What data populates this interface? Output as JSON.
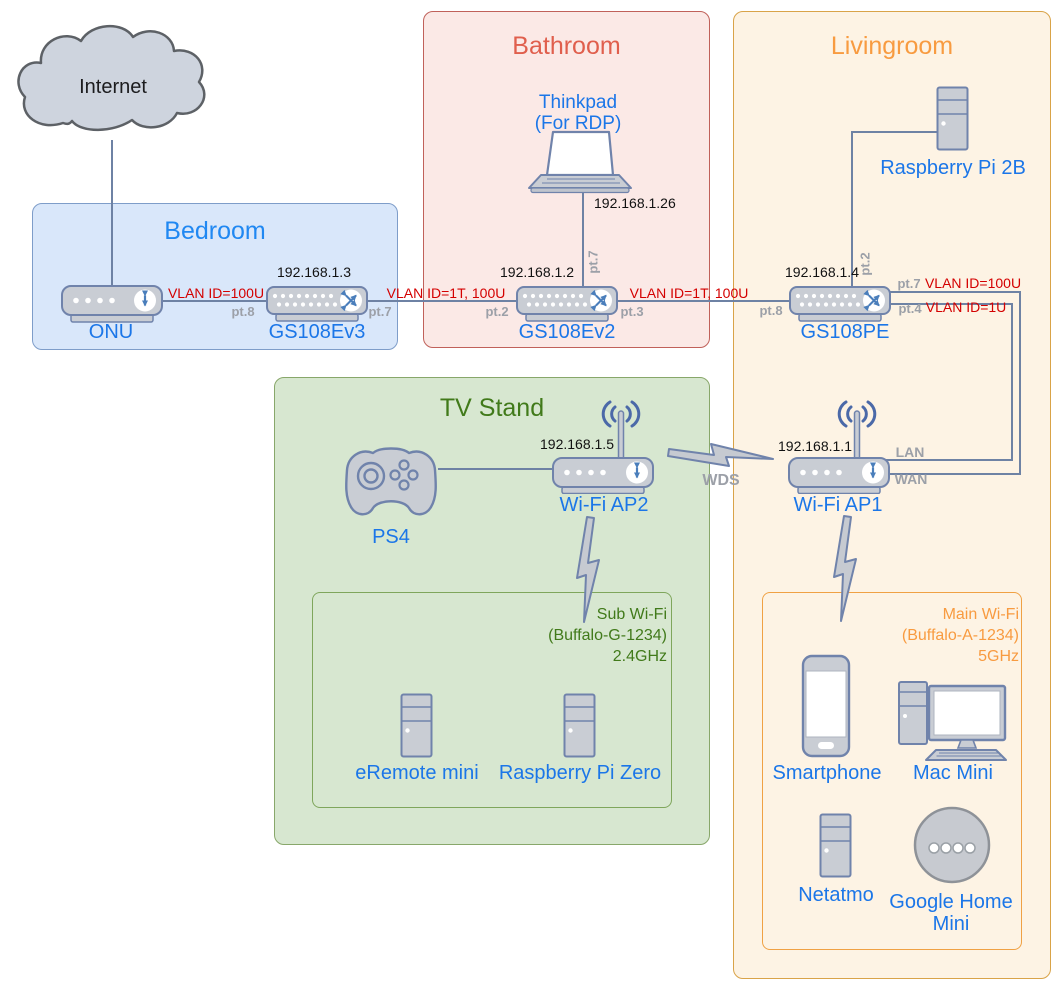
{
  "internet": {
    "label": "Internet"
  },
  "rooms": {
    "bedroom": "Bedroom",
    "bathroom": "Bathroom",
    "livingroom": "Livingroom",
    "tvstand": "TV Stand"
  },
  "wifi_zones": {
    "sub": {
      "name": "Sub Wi-Fi",
      "ssid": "(Buffalo-G-1234)",
      "band": "2.4GHz"
    },
    "main": {
      "name": "Main Wi-Fi",
      "ssid": "(Buffalo-A-1234)",
      "band": "5GHz"
    }
  },
  "devices": {
    "onu": "ONU",
    "gs108ev3": "GS108Ev3",
    "gs108ev2": "GS108Ev2",
    "gs108pe": "GS108PE",
    "thinkpad": "Thinkpad",
    "thinkpad_note": "(For RDP)",
    "rpi2b": "Raspberry Pi 2B",
    "wifiap2": "Wi-Fi AP2",
    "wifiap1": "Wi-Fi AP1",
    "ps4": "PS4",
    "eremote": "eRemote mini",
    "rpizero": "Raspberry Pi Zero",
    "smartphone": "Smartphone",
    "macmini": "Mac Mini",
    "netatmo": "Netatmo",
    "googlehome_line1": "Google Home",
    "googlehome_line2": "Mini"
  },
  "ips": {
    "gs108ev3": "192.168.1.3",
    "gs108ev2": "192.168.1.2",
    "gs108pe": "192.168.1.4",
    "thinkpad": "192.168.1.26",
    "wifiap2": "192.168.1.5",
    "wifiap1": "192.168.1.1"
  },
  "ports": {
    "ev3_pt8": "pt.8",
    "ev3_pt7": "pt.7",
    "ev2_pt2": "pt.2",
    "ev2_pt3": "pt.3",
    "ev2_pt7": "pt.7",
    "pe_pt8": "pt.8",
    "pe_pt2": "pt.2",
    "pe_pt7": "pt.7",
    "pe_pt4": "pt.4",
    "ap1_lan": "LAN",
    "ap1_wan": "WAN"
  },
  "vlans": {
    "onu_ev3": "VLAN ID=100U",
    "ev3_ev2": "VLAN ID=1T, 100U",
    "ev2_pe": "VLAN ID=1T, 100U",
    "pe_wan": "VLAN ID=100U",
    "pe_lan": "VLAN ID=1U"
  },
  "wireless": {
    "wds": "WDS"
  },
  "colors": {
    "link_line": "#6e82a4",
    "device_fill": "#c9cdd4",
    "device_border": "#7083ab",
    "device_label_blue": "#1b76e8",
    "vlan_red": "#d40000",
    "port_gray": "#9ca0a8",
    "bedroom_fill": "#d9e7fa",
    "bedroom_border": "#7e9dc9",
    "bedroom_title": "#2088f2",
    "bathroom_fill": "#fbe9e6",
    "bathroom_border": "#c0615a",
    "bathroom_title": "#e05f4d",
    "livingroom_fill": "#fdf3e4",
    "livingroom_border": "#d9a348",
    "livingroom_title": "#f89b40",
    "tvstand_fill": "#d7e7d0",
    "tvstand_border": "#88a76a",
    "tvstand_title": "#417a1a",
    "subwifi_text": "#417a1a",
    "mainwifi_text": "#f89b40"
  }
}
